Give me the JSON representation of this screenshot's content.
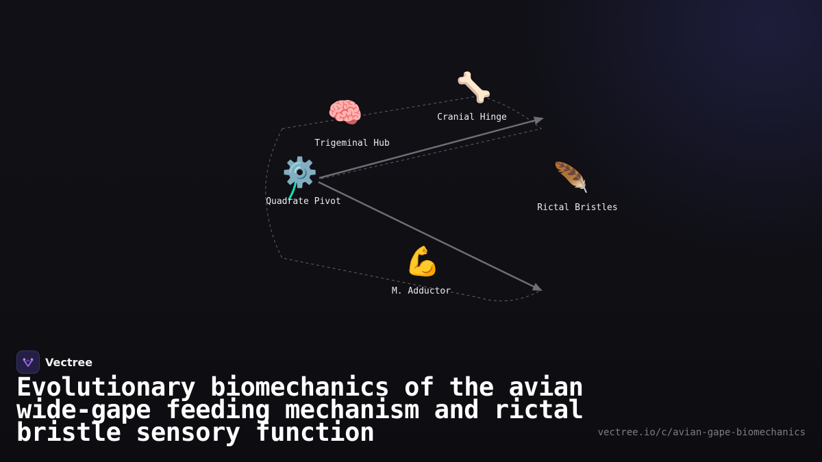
{
  "brand": {
    "name": "Vectree",
    "logo_icon": "vectree-logo-icon",
    "logo_color": "#a46be8"
  },
  "title": "Evolutionary biomechanics of the avian wide-gape feeding mechanism and rictal bristle sensory function",
  "url": "vectree.io/c/avian-gape-biomechanics",
  "diagram": {
    "nodes": [
      {
        "id": "quadrate",
        "emoji": "⚙️",
        "icon": "gear-icon",
        "label": "Quadrate Pivot"
      },
      {
        "id": "trigeminal",
        "emoji": "🧠",
        "icon": "brain-icon",
        "label": "Trigeminal Hub"
      },
      {
        "id": "cranial",
        "emoji": "🦴",
        "icon": "bone-icon",
        "label": "Cranial Hinge"
      },
      {
        "id": "rictal",
        "emoji": "🪶",
        "icon": "feather-icon",
        "label": "Rictal Bristles"
      },
      {
        "id": "adductor",
        "emoji": "💪",
        "icon": "flexed-biceps-icon",
        "label": "M. Adductor"
      }
    ],
    "edges": [
      {
        "from": "quadrate",
        "to": "cranial",
        "style": "solid-arrow"
      },
      {
        "from": "quadrate",
        "to": "adductor",
        "style": "solid-arrow"
      }
    ],
    "colors": {
      "edge": "#6e6e76",
      "dashed_outline": "#55555c",
      "accent": "#19e0b4"
    }
  }
}
